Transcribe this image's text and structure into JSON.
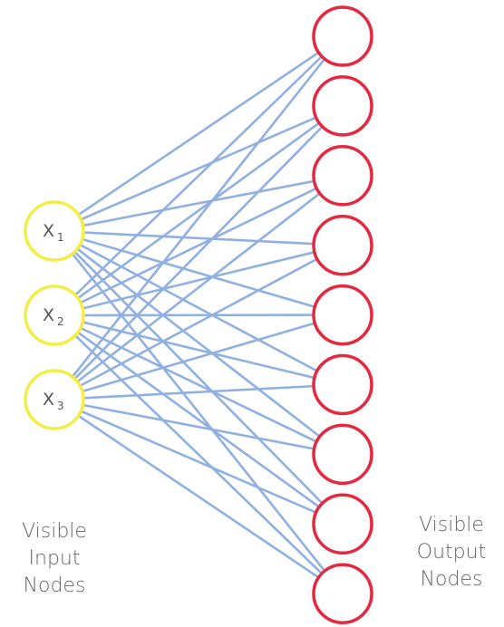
{
  "diagram": {
    "input_nodes": [
      {
        "label": "X",
        "subscript": "1"
      },
      {
        "label": "X",
        "subscript": "2"
      },
      {
        "label": "X",
        "subscript": "3"
      }
    ],
    "output_node_count": 9,
    "fully_connected": true,
    "input_caption": [
      "Visible",
      "Input",
      "Nodes"
    ],
    "output_caption": [
      "Visible",
      "Output",
      "Nodes"
    ],
    "colors": {
      "input_stroke": "#f3ee47",
      "output_stroke": "#e3283f",
      "edge": "#8fb0e0",
      "text": "#555555"
    }
  }
}
